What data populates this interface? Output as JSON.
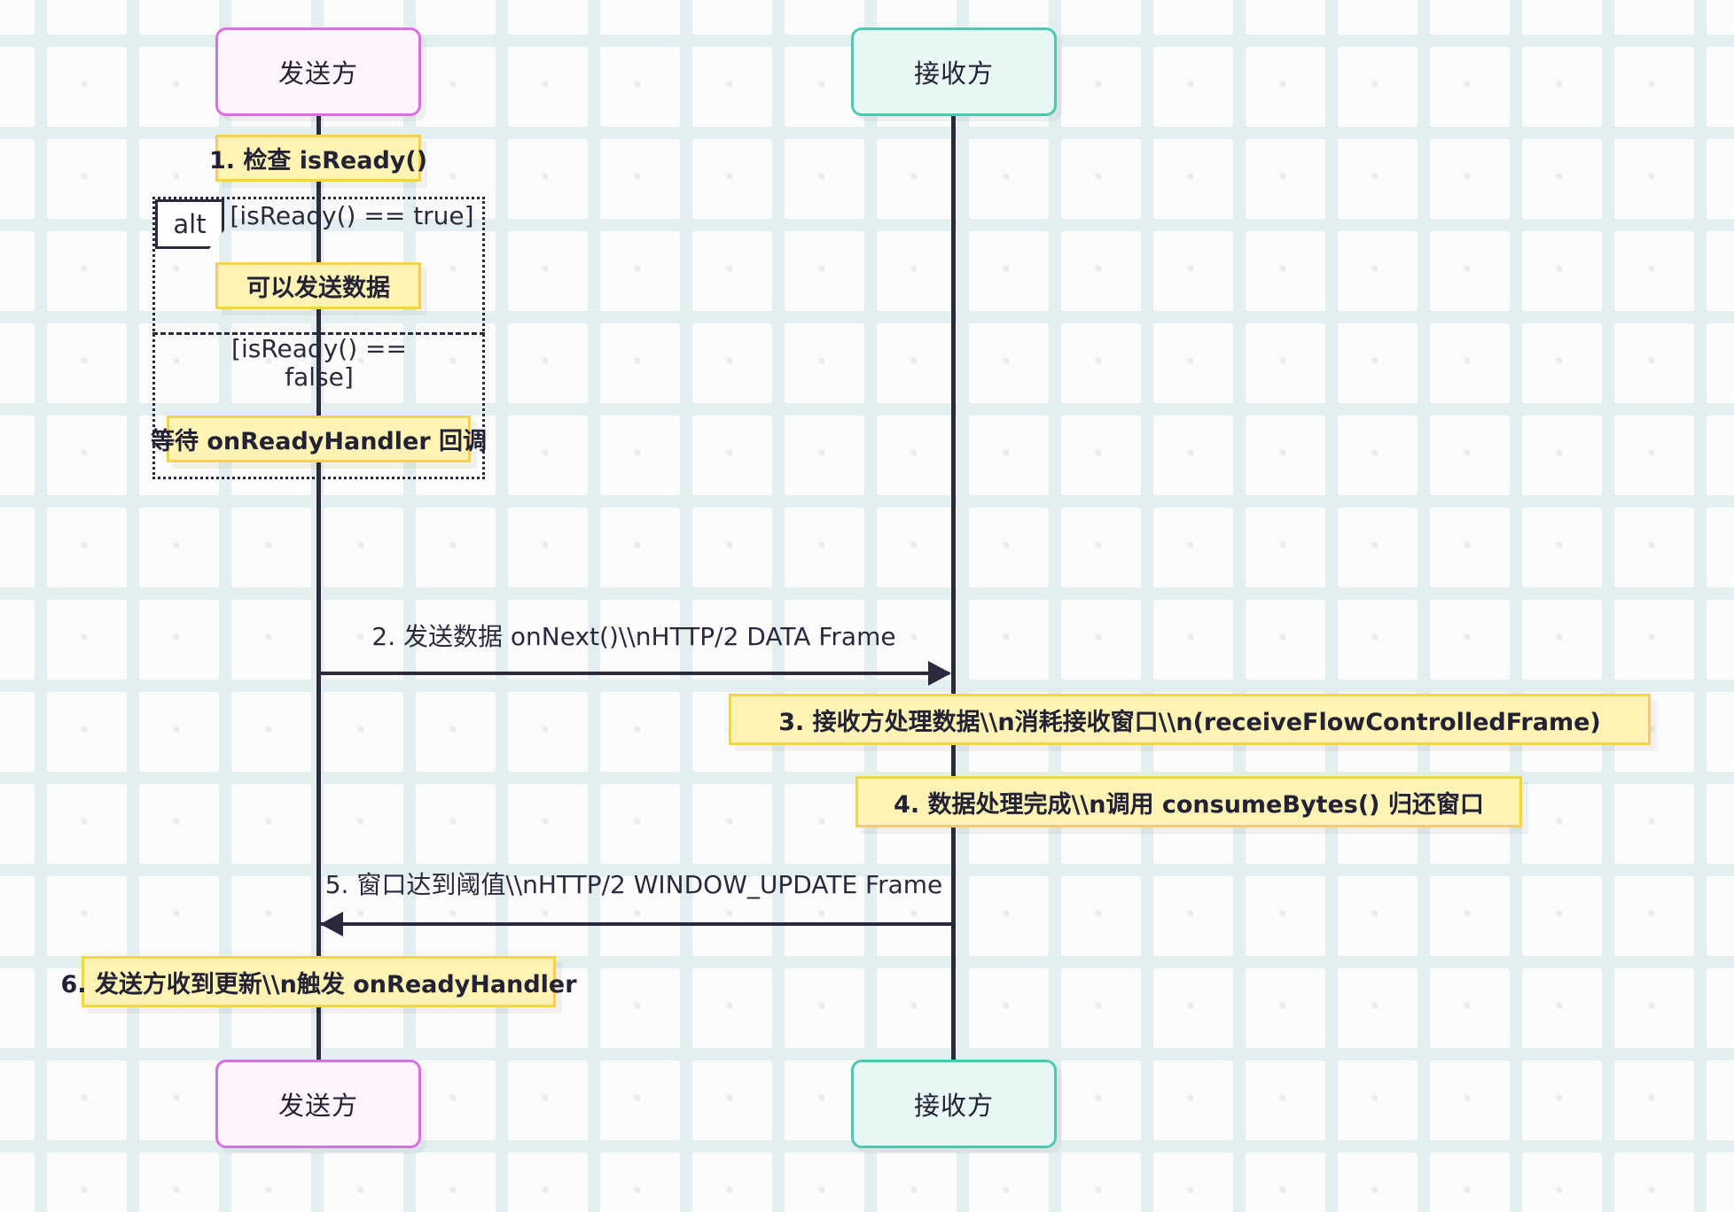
{
  "diagram": {
    "type": "sequence-diagram",
    "background_color": "#fbfbfc",
    "grid_color": "#e3eef1"
  },
  "participants": [
    {
      "id": "sender",
      "label": "发送方",
      "fill": "#fdf4fe",
      "stroke": "#d96fe0"
    },
    {
      "id": "receiver",
      "label": "接收方",
      "fill": "#e7f8f4",
      "stroke": "#4ec9b0"
    }
  ],
  "participants_bottom": [
    {
      "id": "sender-bottom",
      "label": "发送方"
    },
    {
      "id": "receiver-bottom",
      "label": "接收方"
    }
  ],
  "notes": [
    {
      "id": "note-1",
      "text": "1. 检查 isReady()"
    },
    {
      "id": "note-2",
      "text": "可以发送数据"
    },
    {
      "id": "note-3",
      "text": "等待 onReadyHandler 回调"
    },
    {
      "id": "note-4",
      "text": "3. 接收方处理数据\\\\n消耗接收窗口\\\\n(receiveFlowControlledFrame)"
    },
    {
      "id": "note-5",
      "text": "4. 数据处理完成\\\\n调用 consumeBytes() 归还窗口"
    },
    {
      "id": "note-6",
      "text": "6. 发送方收到更新\\\\n触发 onReadyHandler"
    }
  ],
  "alt_fragment": {
    "label": "alt",
    "conditions": [
      {
        "id": "cond-true",
        "text": "[isReady() == true]"
      },
      {
        "id": "cond-false",
        "text": "[isReady() ==\nfalse]"
      }
    ]
  },
  "messages": [
    {
      "id": "msg-2",
      "label": "2. 发送数据 onNext()\\\\nHTTP/2 DATA Frame",
      "direction": "right",
      "from": "sender",
      "to": "receiver"
    },
    {
      "id": "msg-5",
      "label": "5. 窗口达到阈值\\\\nHTTP/2 WINDOW_UPDATE Frame",
      "direction": "left",
      "from": "receiver",
      "to": "sender"
    }
  ],
  "colors": {
    "note_fill": "#fdf3b4",
    "note_stroke": "#f3d24e",
    "line": "#2b2a3d",
    "text": "#232135"
  }
}
